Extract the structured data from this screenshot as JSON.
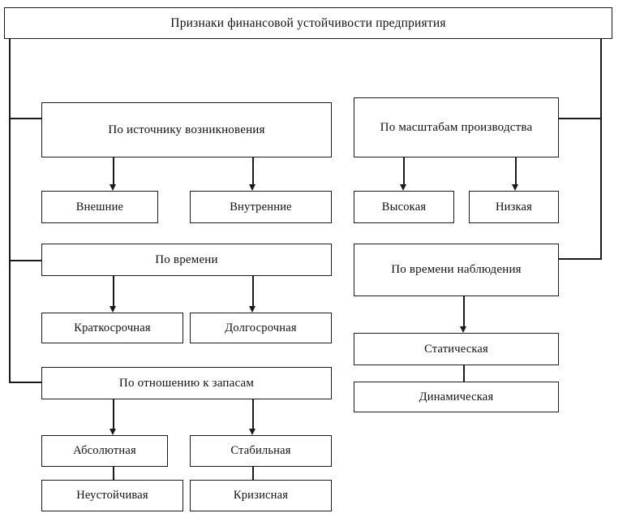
{
  "diagram": {
    "title": "Признаки финансовой устойчивости предприятия",
    "branches": {
      "source": {
        "label": "По источнику возникновения",
        "children": [
          "Внешние",
          "Внутренние"
        ]
      },
      "scale": {
        "label": "По масштабам производства",
        "children": [
          "Высокая",
          "Низкая"
        ]
      },
      "time": {
        "label": "По времени",
        "children": [
          "Краткосрочная",
          "Долгосрочная"
        ]
      },
      "observation_time": {
        "label": "По времени наблюдения",
        "children": [
          "Статическая",
          "Динамическая"
        ]
      },
      "stock_relation": {
        "label": "По отношению к запасам",
        "children": [
          "Абсолютная",
          "Стабильная"
        ],
        "grandchildren": [
          "Неустойчивая",
          "Кризисная"
        ]
      }
    },
    "colors": {
      "line": "#1a1a1a",
      "text": "#111111",
      "background": "#ffffff"
    }
  }
}
